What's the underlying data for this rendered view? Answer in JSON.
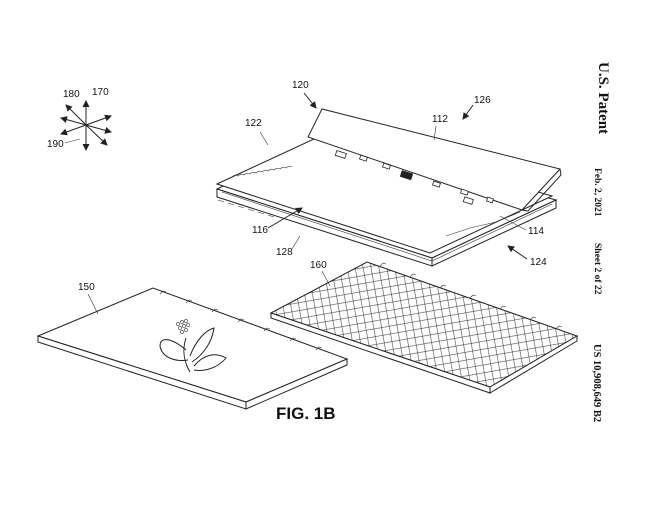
{
  "header": {
    "patent_label": "U.S. Patent",
    "date": "Feb. 2, 2021",
    "sheet": "Sheet 2 of 22",
    "patent_number": "US 10,908,649 B2"
  },
  "figure_label": "FIG. 1B",
  "axis_refs": {
    "r180": "180",
    "r170": "170",
    "r190": "190"
  },
  "device_refs": {
    "r120": "120",
    "r126": "126",
    "r122": "122",
    "r112": "112",
    "r116": "116",
    "r114": "114",
    "r128": "128",
    "r124": "124"
  },
  "back_cover_ref": "150",
  "mesh_layer_ref": "160"
}
